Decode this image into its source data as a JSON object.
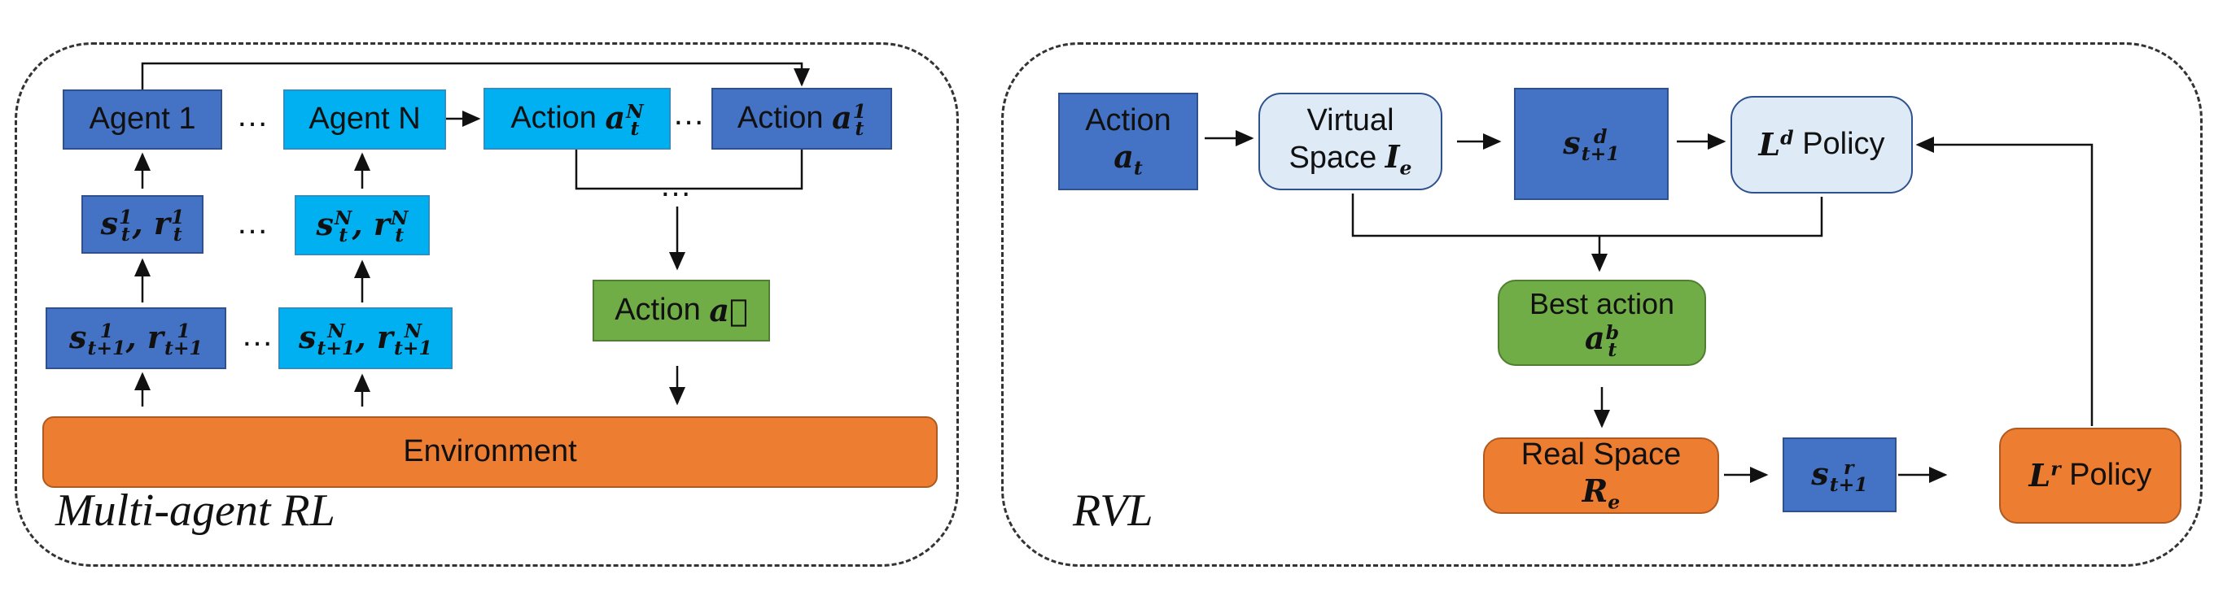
{
  "left": {
    "caption": "Multi-agent RL",
    "agent1": "Agent 1",
    "agentN": "Agent N",
    "action_word": "Action",
    "dots": "…",
    "environment": "Environment"
  },
  "right": {
    "caption": "RVL",
    "action_word": "Action",
    "virtual_space": "Virtual",
    "virtual_space2": "Space",
    "policy": "Policy",
    "best_action": "Best action",
    "real_space": "Real Space"
  },
  "colors": {
    "dark_blue": "#4472c4",
    "cyan": "#00b0f0",
    "green": "#70ad47",
    "orange": "#ed7d31",
    "light_blue": "#deebf7"
  }
}
